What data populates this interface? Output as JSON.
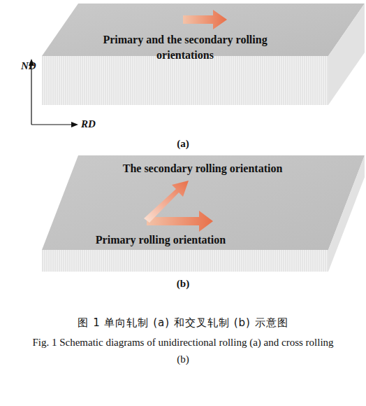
{
  "diagram": {
    "caption": "Fig. 1 Schematic diagrams of unidirectional rolling (a) and cross rolling (b)",
    "nodes": [
      {
        "text": [
          "Primary and the secondary rolling orientations"
        ]
      },
      {
        "text": [
          "The secondary rolling orientation",
          "Primary rolling orientation"
        ]
      }
    ],
    "labels": [
      "ND",
      "RD",
      "(a)",
      "(b)",
      "图 1 单向轧制 (a) 和交叉轧制 (b) 示意图"
    ]
  }
}
